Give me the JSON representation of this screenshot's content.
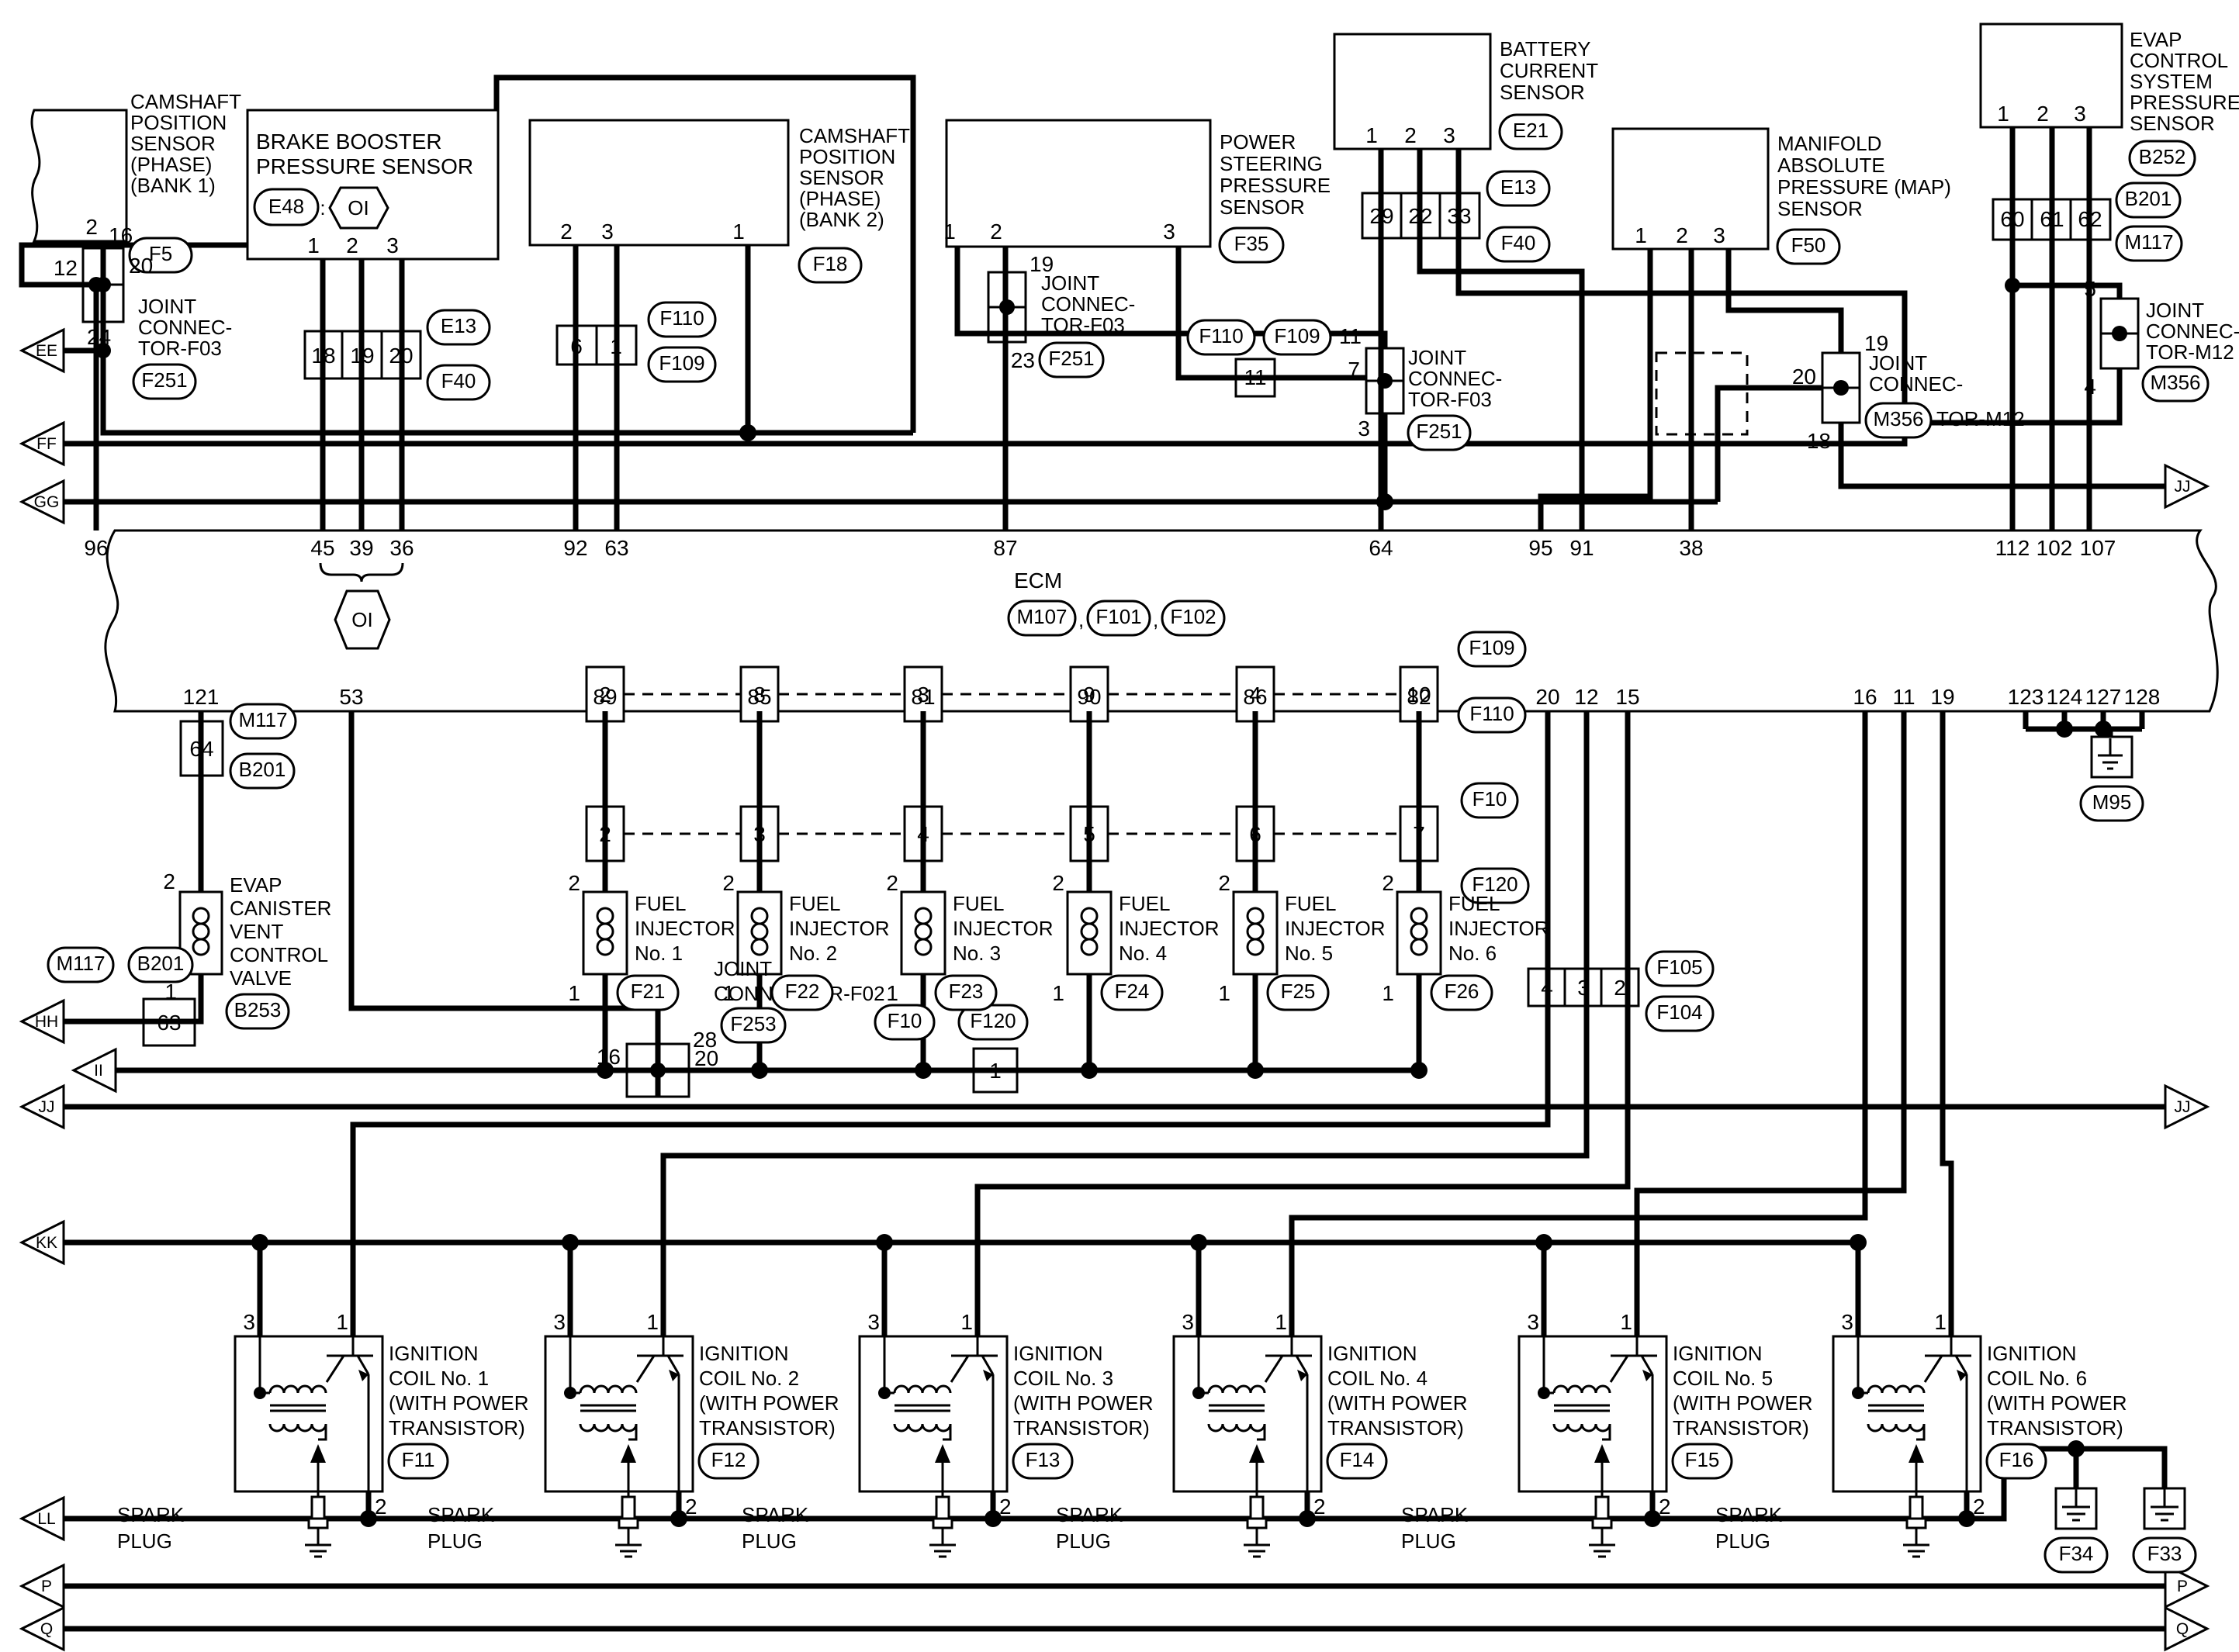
{
  "arrows": {
    "ee": "EE",
    "ff": "FF",
    "gg": "GG",
    "hh": "HH",
    "ii": "II",
    "jj": "JJ",
    "kk": "KK",
    "ll": "LL",
    "p": "P",
    "q": "Q"
  },
  "camshaft_bank1": {
    "lines": [
      "CAMSHAFT",
      "POSITION",
      "SENSOR",
      "(PHASE)",
      "(BANK 1)"
    ],
    "code": "F5",
    "pin": "2"
  },
  "brake_booster": {
    "line1": "BRAKE BOOSTER",
    "line2": "PRESSURE SENSOR",
    "code": "E48",
    "colon": ":",
    "tag": "OI",
    "pins": [
      "1",
      "2",
      "3"
    ]
  },
  "jc_f03_left": {
    "lines": [
      "JOINT",
      "CONNEC-",
      "TOR-F03"
    ],
    "code": "F251",
    "pin_top": "16",
    "pin_left": "12",
    "pin_right": "20",
    "pin_bottom": "24"
  },
  "block_181920": {
    "cells": [
      "18",
      "19",
      "20"
    ],
    "codes": [
      "E13",
      "F40"
    ]
  },
  "camshaft_bank2": {
    "lines": [
      "CAMSHAFT",
      "POSITION",
      "SENSOR",
      "(PHASE)",
      "(BANK 2)"
    ],
    "code": "F18",
    "pins": [
      "2",
      "3",
      "1"
    ]
  },
  "block_61": {
    "cells": [
      "6",
      "1"
    ],
    "codes": [
      "F110",
      "F109"
    ]
  },
  "power_steering": {
    "lines": [
      "POWER",
      "STEERING",
      "PRESSURE",
      "SENSOR"
    ],
    "code": "F35",
    "pins": [
      "1",
      "2",
      "3"
    ]
  },
  "jc_f03_mid": {
    "lines": [
      "JOINT",
      "CONNEC-",
      "TOR-F03"
    ],
    "code": "F251",
    "pin_top": "19",
    "pin_bottom": "23"
  },
  "block_11": {
    "cell": "11",
    "codes": [
      "F110",
      "F109"
    ]
  },
  "jc_f03_right": {
    "lines": [
      "JOINT",
      "CONNEC-",
      "TOR-F03"
    ],
    "code": "F251",
    "pin_top": "11",
    "pin_left": "7",
    "pin_bottom": "3"
  },
  "battery_current": {
    "lines": [
      "BATTERY",
      "CURRENT",
      "SENSOR"
    ],
    "code": "E21",
    "pins": [
      "1",
      "2",
      "3"
    ],
    "cells": [
      "29",
      "22",
      "33"
    ],
    "codes": [
      "E13",
      "F40"
    ]
  },
  "map_sensor": {
    "lines": [
      "MANIFOLD",
      "ABSOLUTE",
      "PRESSURE (MAP)",
      "SENSOR"
    ],
    "code": "F50",
    "pins": [
      "1",
      "2",
      "3"
    ]
  },
  "jc_m12_left": {
    "lines": [
      "JOINT",
      "CONNEC-",
      "TOR-M12"
    ],
    "code": "M356",
    "pin_top": "19",
    "pin_left": "20",
    "pin_bottom": "18"
  },
  "jc_m12_right": {
    "lines": [
      "JOINT",
      "CONNEC-",
      "TOR-M12"
    ],
    "code": "M356",
    "pin_top": "5",
    "pin_bottom": "4"
  },
  "evap_pressure": {
    "lines": [
      "EVAP",
      "CONTROL",
      "SYSTEM",
      "PRESSURE",
      "SENSOR"
    ],
    "code": "B252",
    "pins": [
      "1",
      "2",
      "3"
    ],
    "cells": [
      "60",
      "61",
      "62"
    ],
    "codes": [
      "B201",
      "M117"
    ]
  },
  "ecm": {
    "label": "ECM",
    "codes": [
      "M107",
      "F101",
      "F102"
    ],
    "comma": ",",
    "oi_tag": "OI",
    "top_pins": [
      "96",
      "45",
      "39",
      "36",
      "92",
      "63",
      "87",
      "64",
      "95",
      "91",
      "38",
      "112",
      "102",
      "107"
    ],
    "bottom_pins": [
      "121",
      "53",
      "89",
      "85",
      "81",
      "90",
      "86",
      "82",
      "20",
      "12",
      "15",
      "16",
      "11",
      "19",
      "123",
      "124",
      "127",
      "128"
    ]
  },
  "evap_valve": {
    "block": "64",
    "block_codes": [
      "M117",
      "B201"
    ],
    "lines": [
      "EVAP",
      "CANISTER",
      "VENT",
      "CONTROL",
      "VALVE"
    ],
    "code": "B253",
    "pin_top": "2",
    "pin_bottom": "1"
  },
  "block_63": {
    "cell": "63",
    "codes": [
      "M117",
      "B201"
    ]
  },
  "jc_f02": {
    "line1": "JOINT",
    "line2": "CONNECTOR-F02",
    "code": "F253",
    "pin_top": "28",
    "pin_left": "16",
    "pin_right": "20",
    "codes": [
      "F10",
      "F120"
    ],
    "block_1": "1"
  },
  "inj_blocks": {
    "upper": [
      "2",
      "8",
      "3",
      "9",
      "4",
      "10"
    ],
    "upper_codes": [
      "F109",
      "F110"
    ],
    "lower": [
      "2",
      "3",
      "4",
      "5",
      "6",
      "7"
    ],
    "lower_codes": [
      "F10",
      "F120"
    ]
  },
  "injectors": [
    {
      "lines": [
        "FUEL",
        "INJECTOR",
        "No. 1"
      ],
      "code": "F21",
      "pin_top": "2",
      "pin_bottom": "1"
    },
    {
      "lines": [
        "FUEL",
        "INJECTOR",
        "No. 2"
      ],
      "code": "F22",
      "pin_top": "2",
      "pin_bottom": "1"
    },
    {
      "lines": [
        "FUEL",
        "INJECTOR",
        "No. 3"
      ],
      "code": "F23",
      "pin_top": "2",
      "pin_bottom": "1"
    },
    {
      "lines": [
        "FUEL",
        "INJECTOR",
        "No. 4"
      ],
      "code": "F24",
      "pin_top": "2",
      "pin_bottom": "1"
    },
    {
      "lines": [
        "FUEL",
        "INJECTOR",
        "No. 5"
      ],
      "code": "F25",
      "pin_top": "2",
      "pin_bottom": "1"
    },
    {
      "lines": [
        "FUEL",
        "INJECTOR",
        "No. 6"
      ],
      "code": "F26",
      "pin_top": "2",
      "pin_bottom": "1"
    }
  ],
  "block_432": {
    "cells": [
      "4",
      "3",
      "2"
    ],
    "codes": [
      "F105",
      "F104"
    ]
  },
  "ground_m95": {
    "code": "M95"
  },
  "coils": [
    {
      "lines": [
        "IGNITION",
        "COIL No. 1",
        "(WITH POWER",
        "TRANSISTOR)"
      ],
      "code": "F11",
      "pin3": "3",
      "pin1": "1",
      "pin2": "2",
      "spark1": "SPARK",
      "spark2": "PLUG"
    },
    {
      "lines": [
        "IGNITION",
        "COIL No. 2",
        "(WITH POWER",
        "TRANSISTOR)"
      ],
      "code": "F12",
      "pin3": "3",
      "pin1": "1",
      "pin2": "2",
      "spark1": "SPARK",
      "spark2": "PLUG"
    },
    {
      "lines": [
        "IGNITION",
        "COIL No. 3",
        "(WITH POWER",
        "TRANSISTOR)"
      ],
      "code": "F13",
      "pin3": "3",
      "pin1": "1",
      "pin2": "2",
      "spark1": "SPARK",
      "spark2": "PLUG"
    },
    {
      "lines": [
        "IGNITION",
        "COIL No. 4",
        "(WITH POWER",
        "TRANSISTOR)"
      ],
      "code": "F14",
      "pin3": "3",
      "pin1": "1",
      "pin2": "2",
      "spark1": "SPARK",
      "spark2": "PLUG"
    },
    {
      "lines": [
        "IGNITION",
        "COIL No. 5",
        "(WITH POWER",
        "TRANSISTOR)"
      ],
      "code": "F15",
      "pin3": "3",
      "pin1": "1",
      "pin2": "2",
      "spark1": "SPARK",
      "spark2": "PLUG"
    },
    {
      "lines": [
        "IGNITION",
        "COIL No. 6",
        "(WITH POWER",
        "TRANSISTOR)"
      ],
      "code": "F16",
      "pin3": "3",
      "pin1": "1",
      "pin2": "2",
      "spark1": "SPARK",
      "spark2": "PLUG"
    }
  ],
  "grounds_right": {
    "left_code": "F34",
    "right_code": "F33"
  }
}
